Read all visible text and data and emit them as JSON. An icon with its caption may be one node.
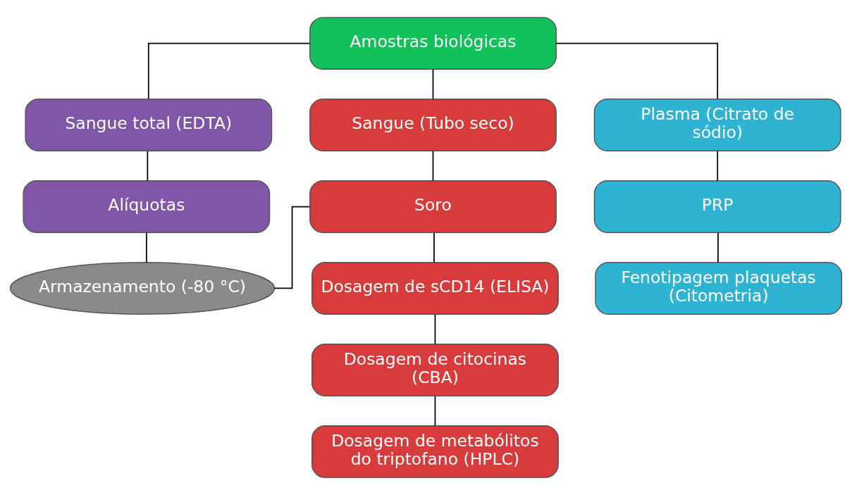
{
  "diagram": {
    "nodes": [
      {
        "text": [
          "Amostras biológicas"
        ]
      },
      {
        "text": [
          "Sangue total (EDTA)"
        ]
      },
      {
        "text": [
          "Sangue (Tubo seco)"
        ]
      },
      {
        "text": [
          "Plasma (Citrato de sódio)"
        ]
      },
      {
        "text": [
          "Alíquotas"
        ]
      },
      {
        "text": [
          "Soro"
        ]
      },
      {
        "text": [
          "PRP"
        ]
      },
      {
        "text": [
          "Fenotipagem plaquetas (Citometria)"
        ]
      },
      {
        "text": [
          "Dosagem de sCD14 (ELISA)"
        ]
      },
      {
        "text": [
          "Dosagem de citocinas (CBA)"
        ]
      },
      {
        "text": [
          "Dosagem de metabólitos do triptofano (HPLC)"
        ]
      },
      {
        "text": [
          "Armazenamento (-80 °C)"
        ]
      }
    ],
    "edges": [
      {
        "from": 0,
        "to": 1,
        "arrow": "none"
      },
      {
        "from": 0,
        "to": 2,
        "arrow": "none"
      },
      {
        "from": 0,
        "to": 3,
        "arrow": "none"
      },
      {
        "from": 1,
        "to": 4,
        "arrow": "none"
      },
      {
        "from": 2,
        "to": 5,
        "arrow": "none"
      },
      {
        "from": 3,
        "to": 6,
        "arrow": "none"
      },
      {
        "from": 6,
        "to": 7,
        "arrow": "none"
      },
      {
        "from": 5,
        "to": 8,
        "arrow": "none"
      },
      {
        "from": 8,
        "to": 9,
        "arrow": "none"
      },
      {
        "from": 9,
        "to": 10,
        "arrow": "none"
      },
      {
        "from": 4,
        "to": 11,
        "arrow": "none"
      },
      {
        "from": 5,
        "to": 11,
        "arrow": "none"
      }
    ]
  }
}
